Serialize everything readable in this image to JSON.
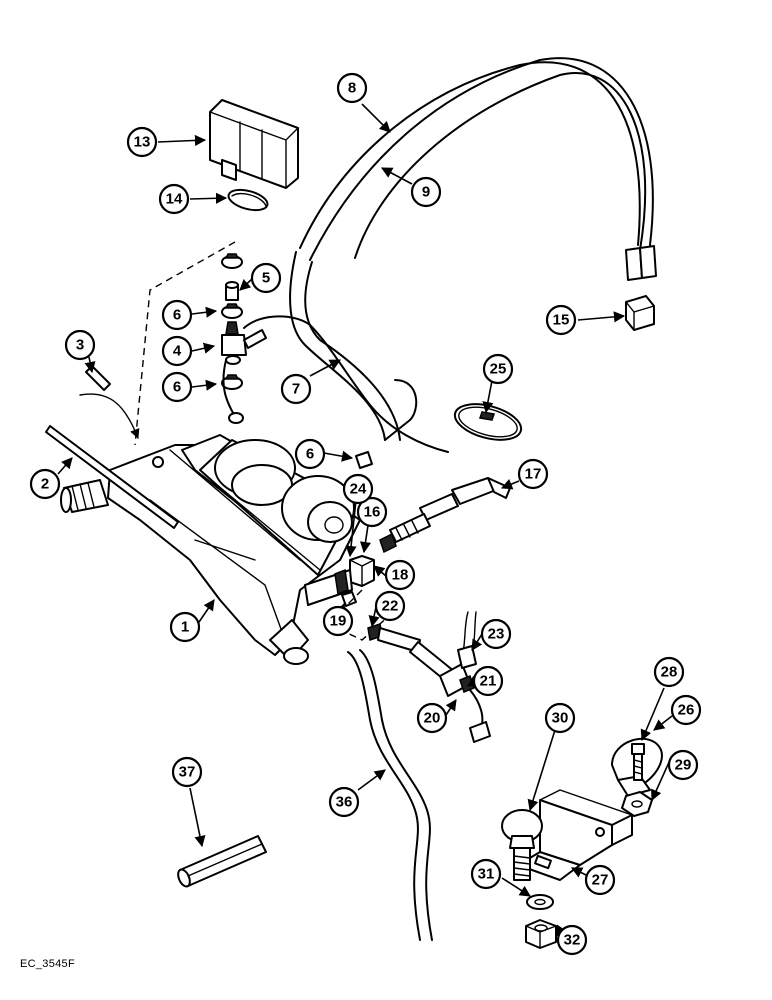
{
  "figure_ref": "EC_3545F",
  "callouts": [
    "1",
    "2",
    "3",
    "4",
    "5",
    "6",
    "7",
    "8",
    "9",
    "13",
    "14",
    "15",
    "16",
    "17",
    "18",
    "19",
    "20",
    "21",
    "22",
    "23",
    "24",
    "25",
    "26",
    "27",
    "28",
    "29",
    "30",
    "31",
    "32",
    "36",
    "37"
  ]
}
